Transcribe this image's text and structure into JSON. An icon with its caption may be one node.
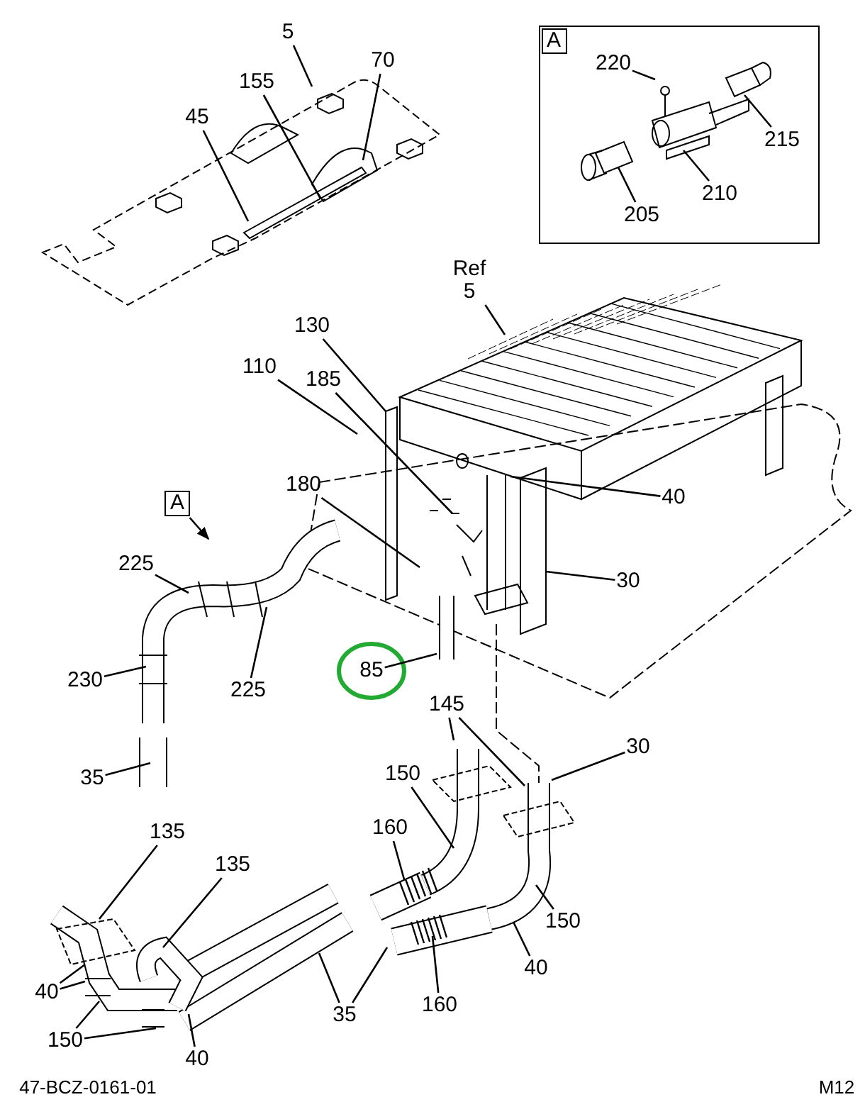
{
  "diagram": {
    "nodes": [
      {
        "text": [
          "5"
        ]
      },
      {
        "text": [
          "70"
        ]
      },
      {
        "text": [
          "155"
        ]
      },
      {
        "text": [
          "45"
        ]
      },
      {
        "text": [],
        "shape": "box"
      },
      {
        "text": [
          "220"
        ],
        "in": 4
      },
      {
        "text": [
          "215"
        ],
        "in": 4
      },
      {
        "text": [
          "210"
        ],
        "in": 4
      },
      {
        "text": [
          "205"
        ],
        "in": 4
      },
      {
        "text": [
          "Ref 5"
        ]
      },
      {
        "text": [
          "130"
        ]
      },
      {
        "text": [
          "110"
        ]
      },
      {
        "text": [
          "185"
        ]
      },
      {
        "text": [
          "180"
        ]
      },
      {
        "text": [
          "40"
        ]
      },
      {
        "text": [
          "A"
        ]
      },
      {
        "text": [
          "225"
        ]
      },
      {
        "text": [
          "30"
        ]
      },
      {
        "text": [
          "230"
        ]
      },
      {
        "text": [
          "225"
        ]
      },
      {
        "text": [
          "85"
        ]
      },
      {
        "text": [
          "145"
        ]
      },
      {
        "text": [
          "150"
        ]
      },
      {
        "text": [
          "30"
        ]
      },
      {
        "text": [
          "35"
        ]
      },
      {
        "text": [
          "135"
        ]
      },
      {
        "text": [
          "135"
        ]
      },
      {
        "text": [
          "160"
        ]
      },
      {
        "text": [
          "40"
        ]
      },
      {
        "text": [
          "150"
        ]
      },
      {
        "text": [
          "35"
        ]
      },
      {
        "text": [
          "40"
        ]
      },
      {
        "text": [
          "150"
        ]
      },
      {
        "text": [
          "160"
        ]
      },
      {
        "text": [
          "40"
        ]
      },
      {
        "text": [
          "A"
        ],
        "in": 4
      }
    ],
    "edges": [
      {
        "from": 0,
        "to": null,
        "arrow": "none"
      },
      {
        "from": 1,
        "to": null,
        "arrow": "none"
      },
      {
        "from": 2,
        "to": null,
        "arrow": "none"
      },
      {
        "from": 3,
        "to": null,
        "arrow": "none"
      },
      {
        "from": 5,
        "to": null,
        "arrow": "none"
      },
      {
        "from": 6,
        "to": null,
        "arrow": "none"
      },
      {
        "from": 7,
        "to": null,
        "arrow": "none"
      },
      {
        "from": 8,
        "to": null,
        "arrow": "none"
      },
      {
        "from": 9,
        "to": null,
        "arrow": "none"
      },
      {
        "from": 10,
        "to": null,
        "arrow": "none"
      },
      {
        "from": 11,
        "to": null,
        "arrow": "none"
      },
      {
        "from": 12,
        "to": null,
        "arrow": "none"
      },
      {
        "from": 13,
        "to": null,
        "arrow": "none"
      },
      {
        "from": 14,
        "to": null,
        "arrow": "none"
      },
      {
        "from": 15,
        "to": null,
        "arrow": "to"
      },
      {
        "from": 16,
        "to": null,
        "arrow": "none"
      },
      {
        "from": 17,
        "to": null,
        "arrow": "none"
      },
      {
        "from": 18,
        "to": null,
        "arrow": "none"
      },
      {
        "from": 19,
        "to": null,
        "arrow": "none"
      },
      {
        "from": 20,
        "to": null,
        "arrow": "none"
      },
      {
        "from": 21,
        "to": null,
        "arrow": "none"
      },
      {
        "from": 21,
        "to": null,
        "arrow": "none"
      },
      {
        "from": 22,
        "to": null,
        "arrow": "none"
      },
      {
        "from": 23,
        "to": null,
        "arrow": "none"
      },
      {
        "from": 24,
        "to": null,
        "arrow": "none"
      },
      {
        "from": 25,
        "to": null,
        "arrow": "none"
      },
      {
        "from": 26,
        "to": null,
        "arrow": "none"
      },
      {
        "from": 27,
        "to": null,
        "arrow": "none"
      },
      {
        "from": 28,
        "to": null,
        "arrow": "none"
      },
      {
        "from": 28,
        "to": null,
        "arrow": "none"
      },
      {
        "from": 29,
        "to": null,
        "arrow": "none"
      },
      {
        "from": 30,
        "to": null,
        "arrow": "none"
      },
      {
        "from": 30,
        "to": null,
        "arrow": "none"
      },
      {
        "from": 31,
        "to": null,
        "arrow": "none"
      },
      {
        "from": 32,
        "to": null,
        "arrow": "none"
      },
      {
        "from": 32,
        "to": null,
        "arrow": "none"
      },
      {
        "from": 33,
        "to": null,
        "arrow": "none"
      },
      {
        "from": 34,
        "to": null,
        "arrow": "none"
      }
    ],
    "labels": [
      "47-BCZ-0161-01",
      "M12"
    ]
  }
}
